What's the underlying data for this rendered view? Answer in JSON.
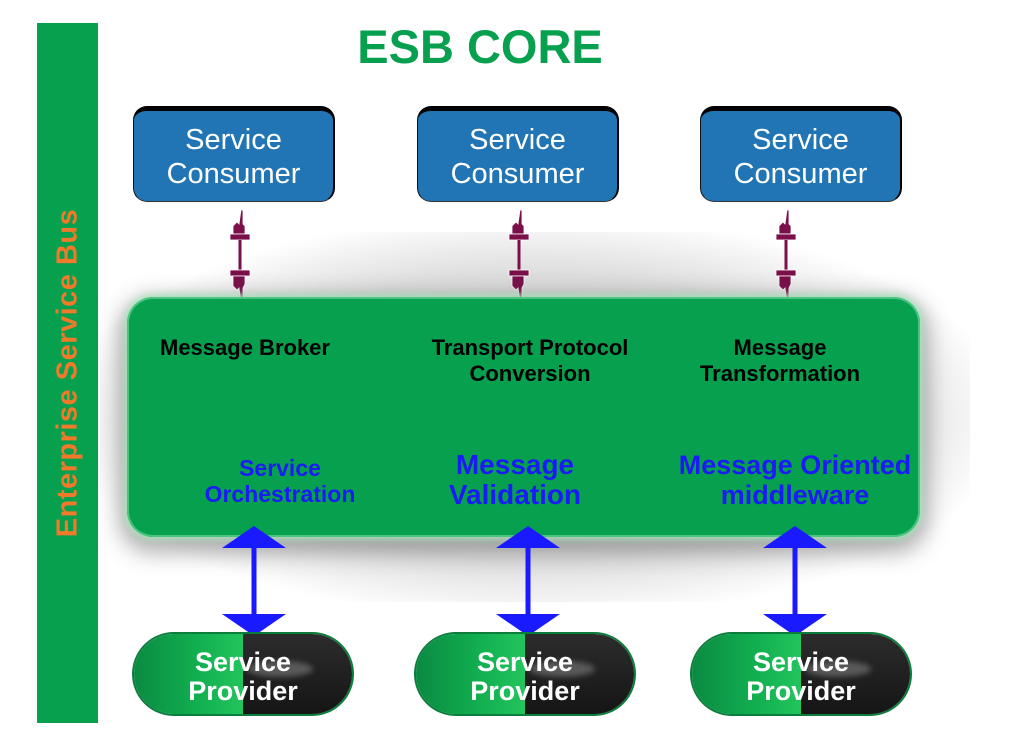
{
  "title": "ESB CORE",
  "bus_label": "Enterprise Service Bus",
  "consumers": [
    {
      "line1": "Service",
      "line2": "Consumer"
    },
    {
      "line1": "Service",
      "line2": "Consumer"
    },
    {
      "line1": "Service",
      "line2": "Consumer"
    }
  ],
  "core": {
    "functions": [
      {
        "line1": "Message Broker",
        "line2": ""
      },
      {
        "line1": "Transport Protocol",
        "line2": "Conversion"
      },
      {
        "line1": "Message",
        "line2": "Transformation"
      }
    ],
    "capabilities": [
      {
        "line1": "Service",
        "line2": "Orchestration"
      },
      {
        "line1": "Message",
        "line2": "Validation"
      },
      {
        "line1": "Message Oriented",
        "line2": "middleware"
      }
    ]
  },
  "providers": [
    {
      "line1": "Service",
      "line2": "Provider"
    },
    {
      "line1": "Service",
      "line2": "Provider"
    },
    {
      "line1": "Service",
      "line2": "Provider"
    }
  ],
  "colors": {
    "brand_green": "#07a04f",
    "bus_text_orange": "#f07a2a",
    "consumer_blue": "#2275b4",
    "capability_blue": "#1b1bf5",
    "arrow_blue": "#1a1aff",
    "connector_maroon": "#7a0f4a"
  }
}
